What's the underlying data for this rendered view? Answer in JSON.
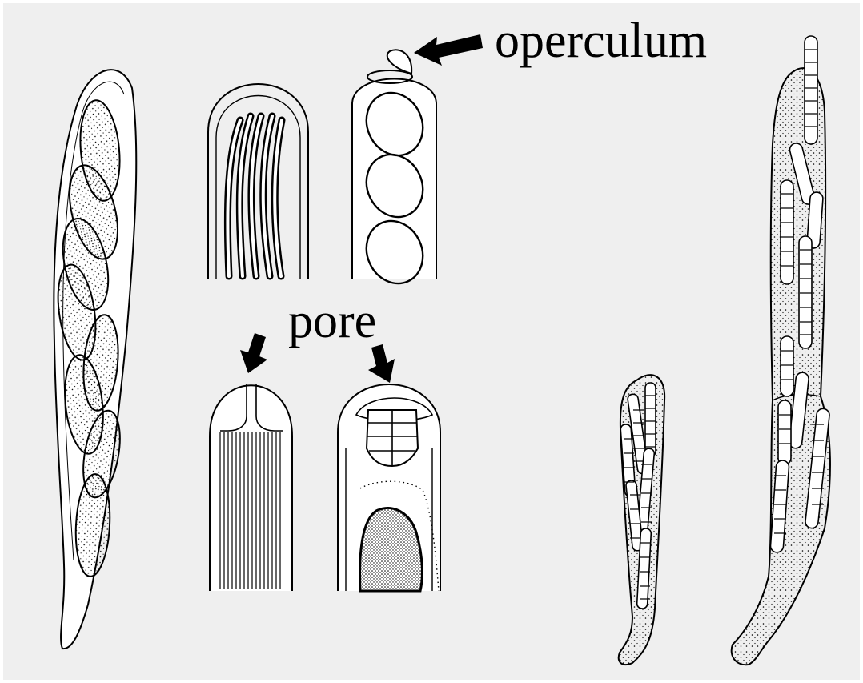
{
  "labels": {
    "operculum": "operculum",
    "pore": "pore"
  },
  "colors": {
    "background": "#efefef",
    "ink": "#000000",
    "fill": "#ffffff"
  },
  "figures": [
    "ascus-ellipsoid-spores",
    "ascus-tip-twisted-spores",
    "ascus-tip-operculate",
    "ascus-tip-pore-parallel-spores",
    "ascus-tip-pore-septate-spore",
    "ascus-small-septate-spores",
    "ascus-large-septate-spores"
  ]
}
